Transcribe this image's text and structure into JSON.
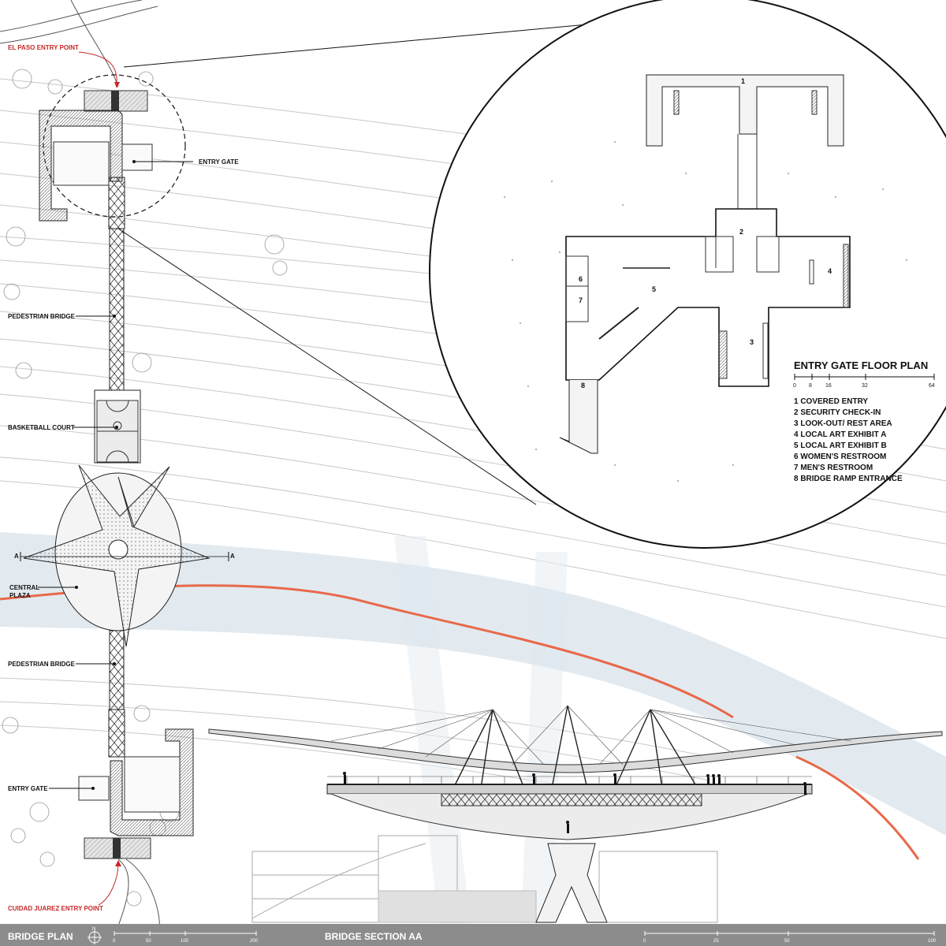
{
  "colors": {
    "river": "#dfe8ee",
    "border_line": "#e8694a",
    "footer_bar": "#8c8c8c",
    "entry_label_red": "#c62828",
    "ink": "#111111"
  },
  "plan": {
    "el_paso_entry": "EL PASO ENTRY POINT",
    "entry_gate_top": "ENTRY GATE",
    "pedestrian_bridge_top": "PEDESTRIAN BRIDGE",
    "basketball_court": "BASKETBALL COURT",
    "section_marker": "A",
    "central_plaza_1": "CENTRAL",
    "central_plaza_2": "PLAZA",
    "pedestrian_bridge_bottom": "PEDESTRIAN BRIDGE",
    "entry_gate_bottom": "ENTRY GATE",
    "juarez_entry": "CUIDAD JUAREZ ENTRY POINT"
  },
  "floor_plan": {
    "title": "ENTRY GATE FLOOR PLAN",
    "scale_ticks": [
      "0",
      "8",
      "16",
      "32",
      "64"
    ],
    "room_numbers": [
      "1",
      "2",
      "3",
      "4",
      "5",
      "6",
      "7",
      "8"
    ],
    "legend": [
      "1 COVERED ENTRY",
      "2 SECURITY CHECK-IN",
      "3 LOOK-OUT/ REST AREA",
      "4 LOCAL ART EXHIBIT A",
      "5 LOCAL ART EXHIBIT B",
      "6 WOMEN'S RESTROOM",
      "7 MEN'S RESTROOM",
      "8 BRIDGE RAMP ENTRANCE"
    ]
  },
  "footer": {
    "bridge_plan": "BRIDGE PLAN",
    "north_mark": "N",
    "plan_scale_ticks": [
      "0",
      "50",
      "100",
      "200"
    ],
    "bridge_section": "BRIDGE SECTION AA",
    "section_scale_ticks": [
      "0",
      "25",
      "50",
      "100"
    ]
  }
}
